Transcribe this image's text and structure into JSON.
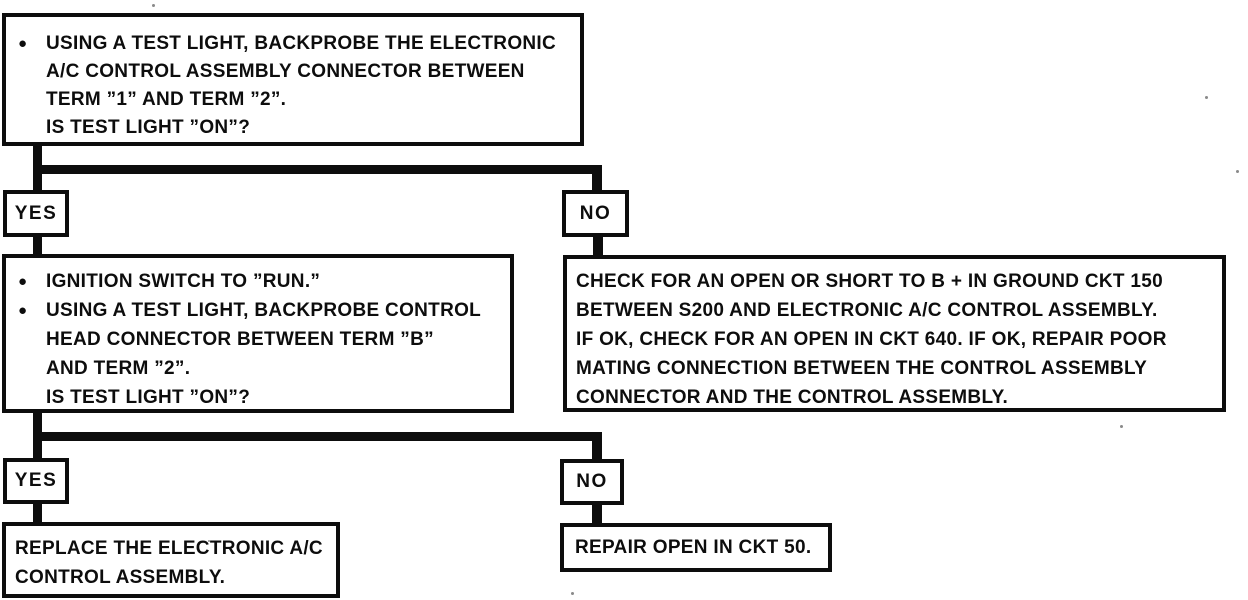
{
  "flowchart": {
    "bullet_glyph": "●",
    "nodes": {
      "step1": {
        "text": "USING A TEST LIGHT, BACKPROBE THE ELECTRONIC\nA/C CONTROL ASSEMBLY CONNECTOR BETWEEN\nTERM ”1” AND TERM ”2”.\nIS TEST LIGHT ”ON”?"
      },
      "step2": {
        "bullets": [
          "IGNITION SWITCH TO ”RUN.”",
          "USING A TEST LIGHT, BACKPROBE CONTROL\nHEAD CONNECTOR BETWEEN TERM ”B”\nAND TERM ”2”.\nIS TEST LIGHT ”ON”?"
        ]
      },
      "check_ground": {
        "text": "CHECK FOR AN OPEN OR SHORT TO B + IN GROUND CKT 150\nBETWEEN S200 AND ELECTRONIC A/C CONTROL ASSEMBLY.\nIF OK, CHECK FOR AN OPEN IN CKT 640. IF OK, REPAIR POOR\nMATING CONNECTION BETWEEN THE CONTROL ASSEMBLY\nCONNECTOR AND THE CONTROL ASSEMBLY."
      },
      "replace_assembly": {
        "text": "REPLACE THE ELECTRONIC A/C\nCONTROL ASSEMBLY."
      },
      "repair_ckt50": {
        "text": "REPAIR OPEN IN CKT 50."
      }
    },
    "branch_labels": {
      "row1_yes": "YES",
      "row1_no": "NO",
      "row2_yes": "YES",
      "row2_no": "NO"
    },
    "colors": {
      "ink": "#0d0d0d",
      "background": "#ffffff"
    }
  }
}
